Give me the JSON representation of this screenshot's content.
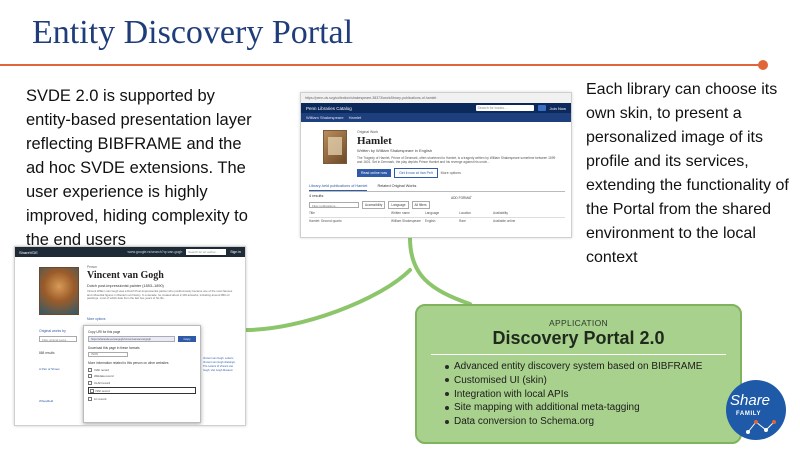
{
  "slide": {
    "title": "Entity Discovery Portal",
    "left_text": "SVDE 2.0 is supported by entity-based presentation layer reflecting BIBFRAME and the ad hoc SVDE extensions. The user experience is highly improved, hiding complexity to the end users",
    "right_text": "Each library can choose its own skin, to present a personalized image of its profile and its services, extending the functionality of the Portal from the shared environment to the local context"
  },
  "hamlet_screen": {
    "url": "https://penn-ds.svg/collection/shakespeare-38373/work/library-publications-of-hamlet",
    "logo": "Penn Libraries Catalog",
    "search_placeholder": "Search for books...",
    "login": "Join Now",
    "subnav": [
      "William Shakespeare",
      "Hamlet"
    ],
    "badge": "Original Work",
    "title": "Hamlet",
    "author": "Written by William Shakespeare in English",
    "description": "The Tragedy of Hamlet, Prince of Denmark, often shortened to Hamlet, is a tragedy written by William Shakespeare sometime between 1599 and 1601. Set in Denmark, the play depicts Prince Hamlet and his revenge against his uncle...",
    "btn_primary": "Read online now",
    "btn_secondary": "Get it now at Van Pelt",
    "more": "More options",
    "tabs": [
      "Library-held publications of Hamlet",
      "Related Original Works"
    ],
    "results": "4 results",
    "filter_placeholder": "Filter publications...",
    "chips": [
      "Accessibility",
      "Language",
      "All filters"
    ],
    "add_format": "ADD FORMAT",
    "headers": [
      "Title",
      "Written name",
      "Language",
      "Location",
      "Availability"
    ],
    "row": [
      "Hamlet: Second quarto",
      "William Shakespeare",
      "English",
      "Rare",
      "Available online"
    ]
  },
  "vangogh_screen": {
    "logo": "ShareVDE",
    "link": "www.google.rs/search?q=van-gogh",
    "search_placeholder": "Search for an author...",
    "signin": "Sign in",
    "badge": "Person",
    "name": "Vincent van Gogh",
    "role": "Dutch post-impressionist painter (1853–1890)",
    "description": "Vincent Willem van Gogh was a Dutch Post-Impressionist painter who posthumously became one of the most famous and influential figures in Western art history. In a decade, he created about 2,100 artworks, including around 860 oil paintings, most of which date from the last two years of his life.",
    "more_options": "More options",
    "original_works": "Original works by",
    "filter_placeholder": "Filter original works...",
    "count": "868 results",
    "rows": [
      "A Pair of Shoes",
      "Wheatfield"
    ],
    "popup": {
      "copy_label": "Copy URI for this page",
      "uri": "https://sharevde.eu/vangogh/vincentvanvanvangogh",
      "copy_btn": "Copy",
      "download_label": "Download this page in these formats",
      "format": "JSON",
      "info_label": "More information related to this person on other websites",
      "options": [
        "VIAF record",
        "Wikidata record",
        "ULAN record",
        "ISNI record",
        "LC record"
      ]
    },
    "side_links": "Vincent van Gogh, Letters; Vincent van Gogh drawings; The Letters of Vincent van Gogh; Van Gogh Museum"
  },
  "app_box": {
    "kicker": "APPLICATION",
    "title": "Discovery Portal 2.0",
    "items": [
      "Advanced entity discovery system based on BIBFRAME",
      "Customised UI (skin)",
      "Integration with local APIs",
      "Site mapping with additional meta-tagging",
      "Data conversion to Schema.org"
    ]
  },
  "logo": {
    "word": "Share",
    "family": "FAMILY"
  },
  "colors": {
    "title": "#1f3d7a",
    "accent": "#e0663a",
    "box_fill": "#a9d18e",
    "box_border": "#7fb35c",
    "connector": "#8cc56a",
    "logo_blue": "#1f5aa8"
  }
}
